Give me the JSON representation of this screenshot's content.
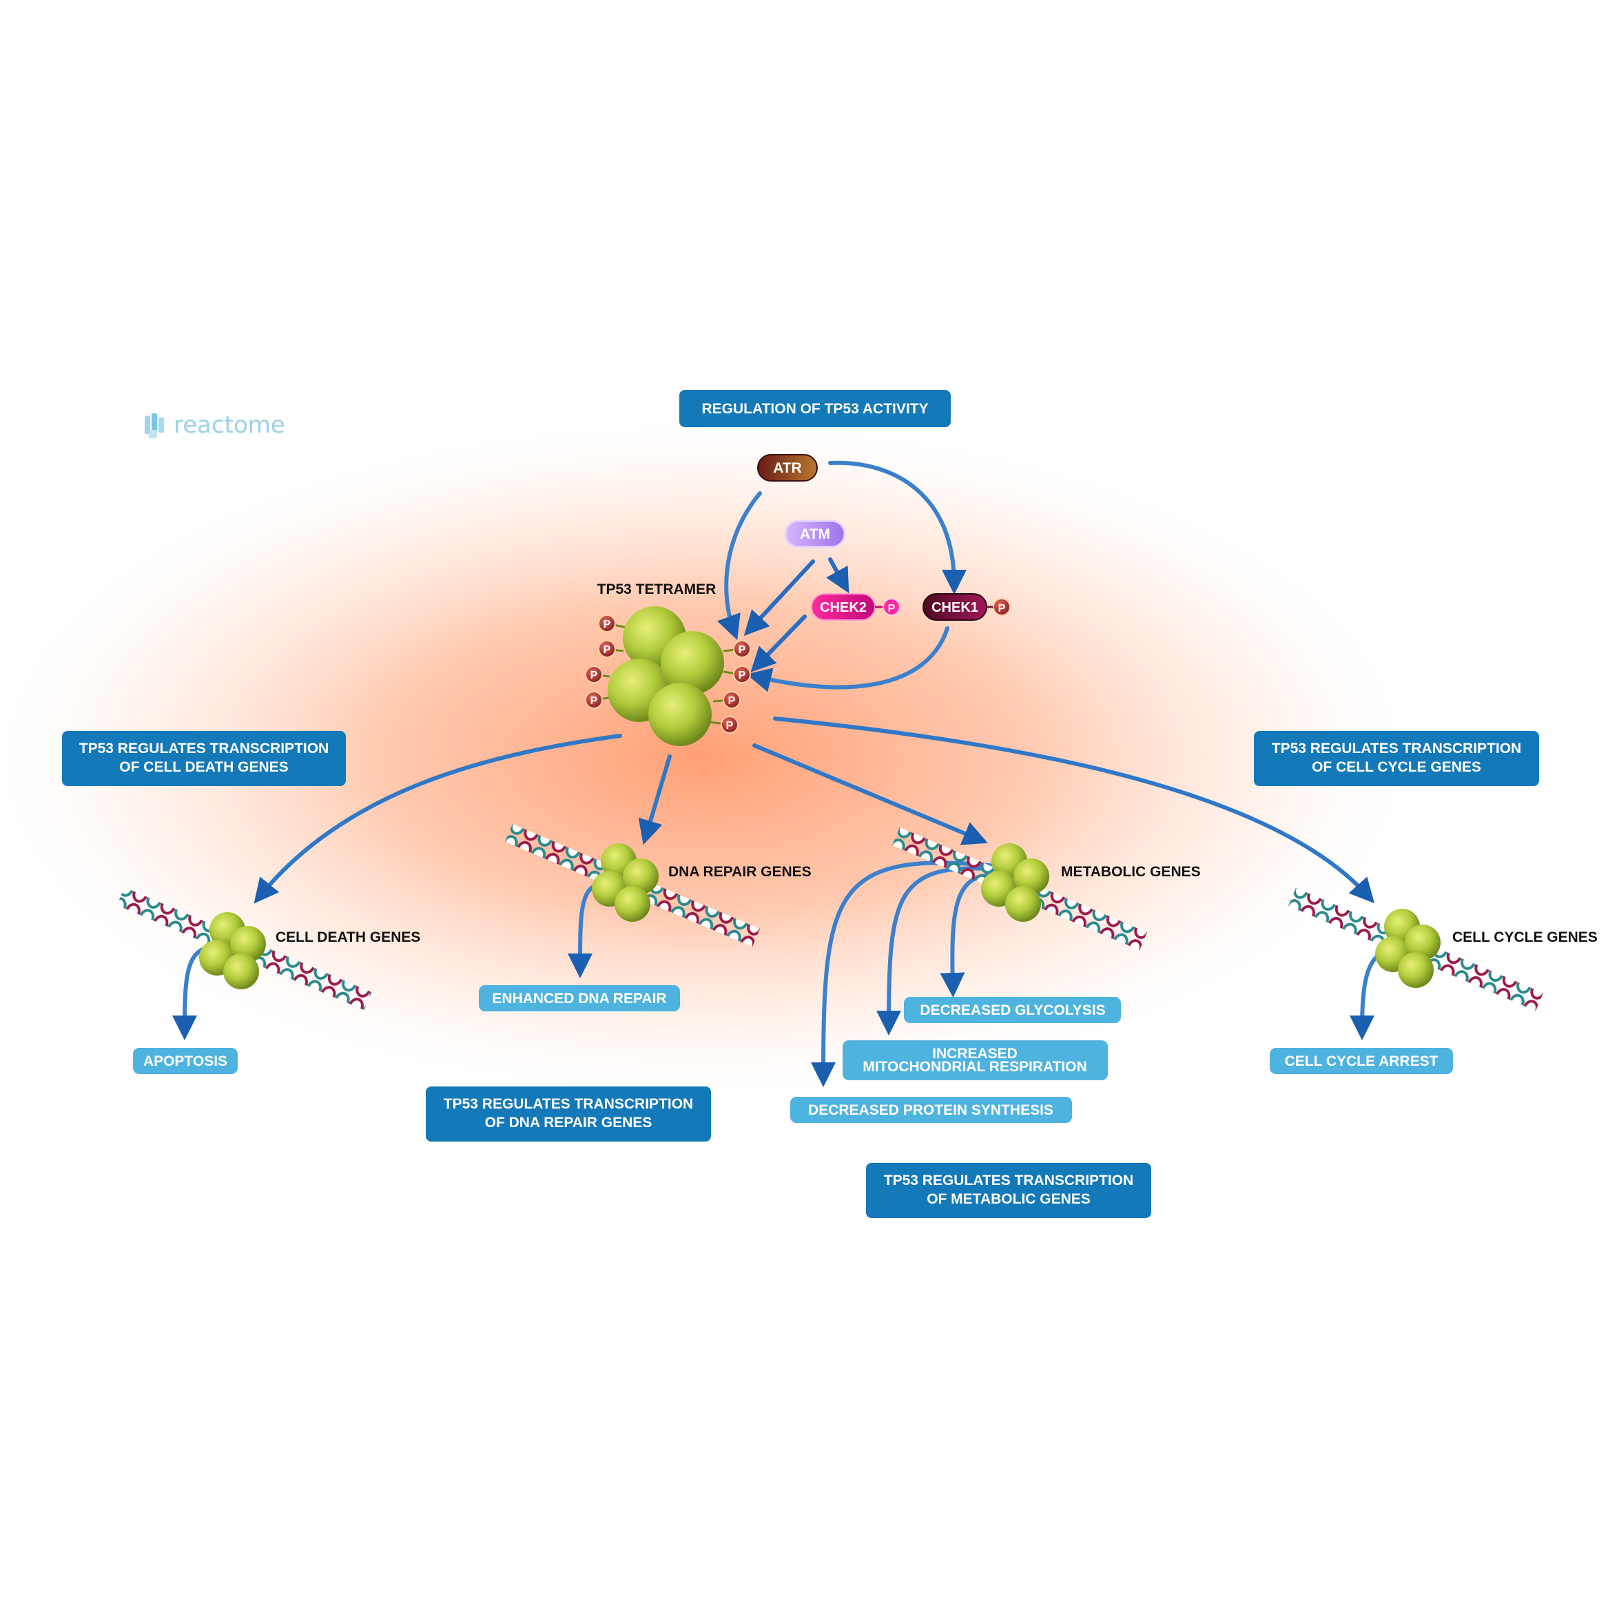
{
  "brand": {
    "logo_text": "reactome"
  },
  "pathway_boxes": {
    "regulation": "REGULATION OF TP53 ACTIVITY",
    "cell_death": [
      "TP53 REGULATES TRANSCRIPTION",
      "OF CELL DEATH GENES"
    ],
    "cell_cycle": [
      "TP53 REGULATES TRANSCRIPTION",
      "OF CELL CYCLE GENES"
    ],
    "dna_repair": [
      "TP53 REGULATES TRANSCRIPTION",
      "OF DNA REPAIR GENES"
    ],
    "metabolic": [
      "TP53 REGULATES TRANSCRIPTION",
      "OF METABOLIC GENES"
    ]
  },
  "kinases": {
    "atr": "ATR",
    "atm": "ATM",
    "chek2": "CHEK2",
    "chek1": "CHEK1",
    "phospho": "P"
  },
  "tetramer_label": "TP53 TETRAMER",
  "gene_labels": {
    "cell_death": "CELL DEATH GENES",
    "dna_repair": "DNA REPAIR GENES",
    "metabolic": "METABOLIC GENES",
    "cell_cycle": "CELL CYCLE GENES"
  },
  "outcomes": {
    "apoptosis": "APOPTOSIS",
    "enhanced_dna_repair": "ENHANCED DNA REPAIR",
    "decreased_glycolysis": "DECREASED GLYCOLYSIS",
    "mito_respiration": [
      "INCREASED",
      "MITOCHONDRIAL RESPIRATION"
    ],
    "decreased_protein_synthesis": "DECREASED PROTEIN SYNTHESIS",
    "cell_cycle_arrest": "CELL CYCLE ARREST"
  },
  "colors": {
    "pathway_box": "#1479b8",
    "outcome_box": "#4fb3e0",
    "protein_green": "#a8c43a",
    "atr": "#8a4a1c",
    "atm": "#b98cf0",
    "chek2": "#e0138c",
    "chek1": "#7a0f3a",
    "glow": "#ff9a6e"
  }
}
